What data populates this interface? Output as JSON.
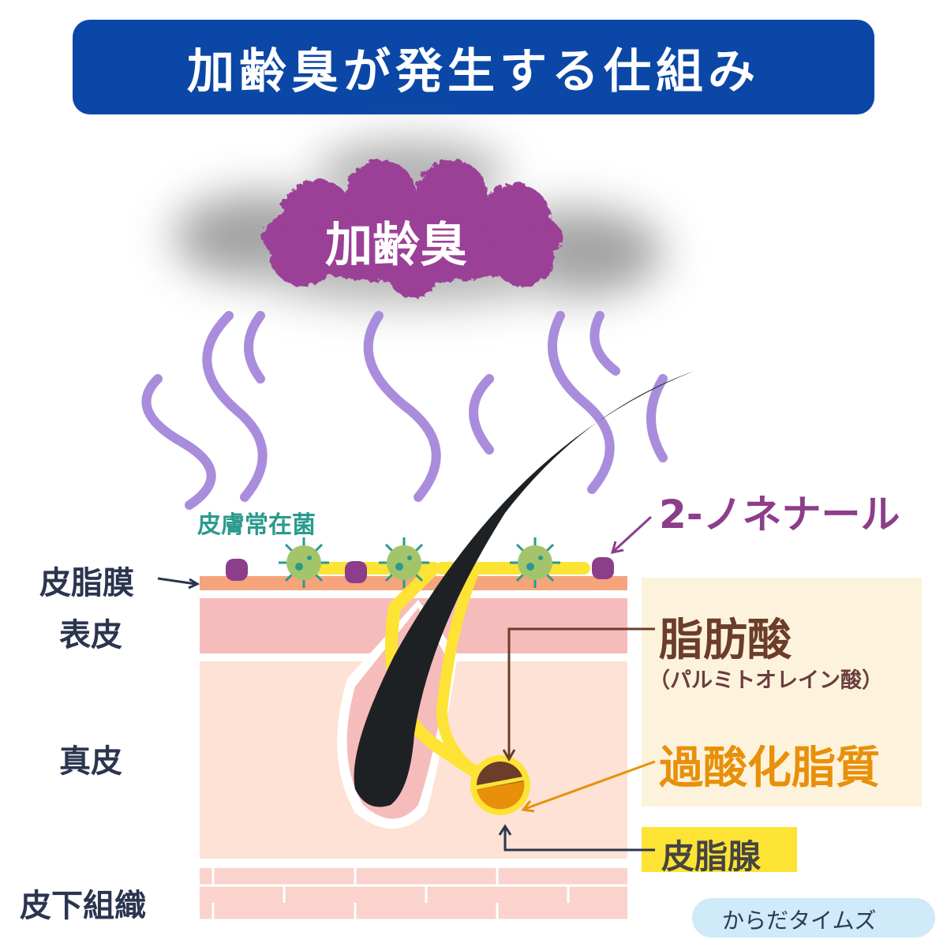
{
  "title": "加齢臭が発生する仕組み",
  "cloud_label": "加齢臭",
  "labels": {
    "bacteria": "皮膚常在菌",
    "nonenal": "2-ノネナール",
    "sebum_film": "皮脂膜",
    "epidermis": "表皮",
    "dermis": "真皮",
    "subcutaneous": "皮下組織",
    "fatty_acid": "脂肪酸",
    "fatty_acid_detail": "（パルミトオレイン酸）",
    "lipid_peroxide": "過酸化脂質",
    "sebaceous_gland": "皮脂腺"
  },
  "brand": "からだタイムズ",
  "colors": {
    "banner": "#0b47a6",
    "cloud": "#9b3f97",
    "odor_waves": "#a98ddc",
    "bacteria_text": "#2a9a8e",
    "nonenal": "#8c3e8a",
    "fatty_acid": "#6b3d2a",
    "lipid_peroxide": "#e8900a",
    "gland_box": "#fde334"
  }
}
